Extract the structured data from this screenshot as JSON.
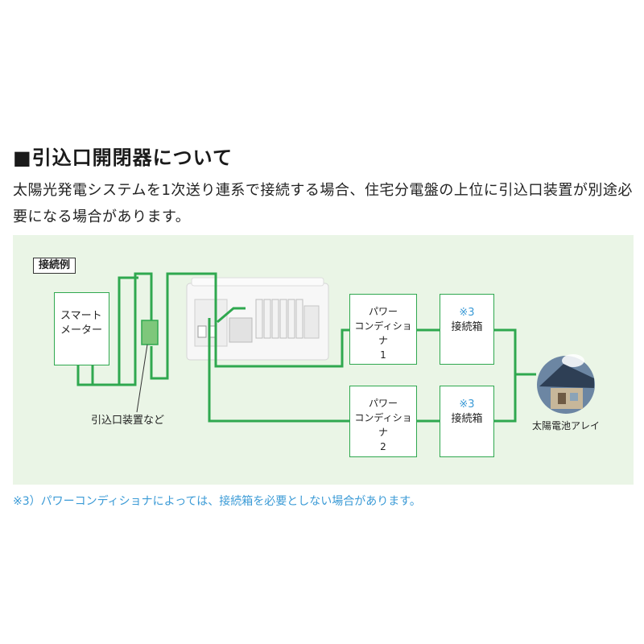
{
  "heading": "■引込口開閉器について",
  "intro": "太陽光発電システムを1次送り連系で接続する場合、住宅分電盤の上位に引込口装置が別途必要になる場合があります。",
  "diagram": {
    "example_label": "接続例",
    "smart_meter": [
      "スマート",
      "メーター"
    ],
    "service_device_label": "引込口装置など",
    "pcs1": [
      "パワー",
      "コンディショナ",
      "1"
    ],
    "pcs2": [
      "パワー",
      "コンディショナ",
      "2"
    ],
    "jbox_note": "※3",
    "jbox_label": "接続箱",
    "array_label": "太陽電池アレイ"
  },
  "footnote": "※3）パワーコンディショナによっては、接続箱を必要としない場合があります。",
  "colors": {
    "wire": "#2fa84f",
    "panel_bg": "#eaf5e6",
    "note": "#3a9ad6"
  }
}
